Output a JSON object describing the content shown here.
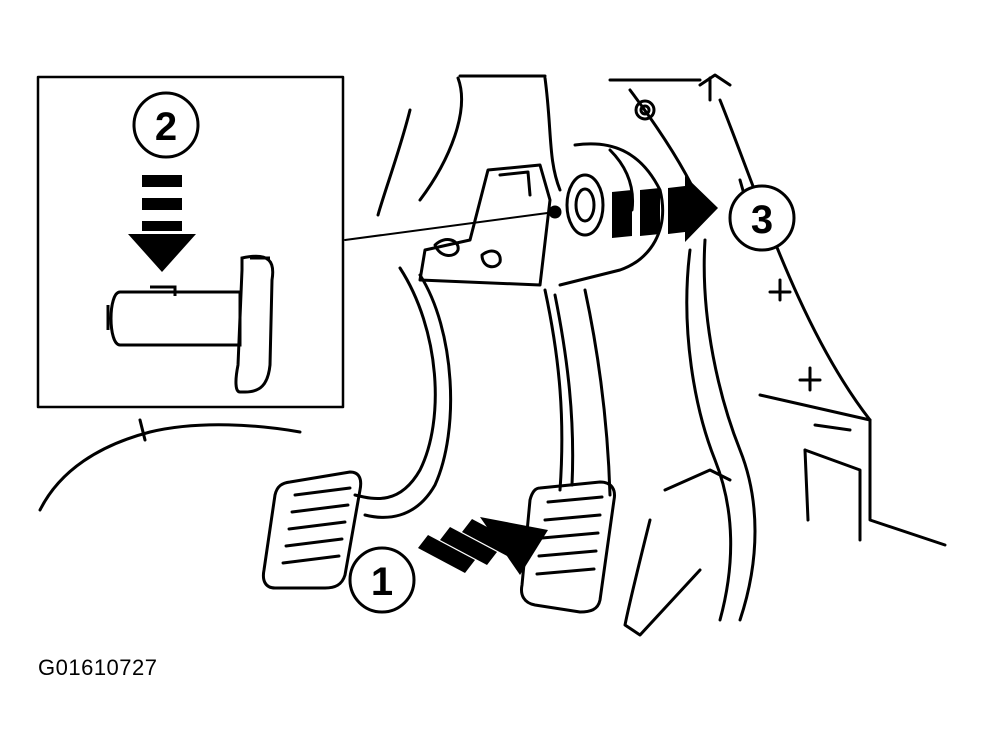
{
  "figure": {
    "callouts": [
      {
        "id": "1",
        "meaning": "press-pedal-arrow"
      },
      {
        "id": "2",
        "meaning": "insert-pin-arrow"
      },
      {
        "id": "3",
        "meaning": "remove-pin-arrow"
      }
    ],
    "figure_id": "G01610727",
    "colors": {
      "ink": "#000000",
      "paper": "#ffffff"
    }
  }
}
